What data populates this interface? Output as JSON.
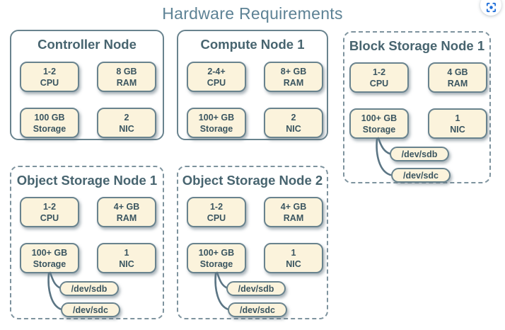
{
  "title": "Hardware Requirements",
  "toolbar": {
    "capture_icon": "screen-capture-icon"
  },
  "colors": {
    "accent_blue": "#1e6ed9",
    "border_slate": "#69838e",
    "border_dashed": "#7e939e",
    "pill_fill": "#fbf3dc",
    "title_text": "#5d8295",
    "node_title_text": "#47646f",
    "pill_text": "#3a5560"
  },
  "nodes": [
    {
      "title": "Controller Node",
      "border": "solid",
      "specs": [
        {
          "line1": "1-2",
          "line2": "CPU"
        },
        {
          "line1": "8 GB",
          "line2": "RAM"
        },
        {
          "line1": "100 GB",
          "line2": "Storage"
        },
        {
          "line1": "2",
          "line2": "NIC"
        }
      ],
      "devices": []
    },
    {
      "title": "Compute Node 1",
      "border": "solid",
      "specs": [
        {
          "line1": "2-4+",
          "line2": "CPU"
        },
        {
          "line1": "8+ GB",
          "line2": "RAM"
        },
        {
          "line1": "100+ GB",
          "line2": "Storage"
        },
        {
          "line1": "2",
          "line2": "NIC"
        }
      ],
      "devices": []
    },
    {
      "title": "Block Storage Node 1",
      "border": "dashed",
      "specs": [
        {
          "line1": "1-2",
          "line2": "CPU"
        },
        {
          "line1": "4 GB",
          "line2": "RAM"
        },
        {
          "line1": "100+ GB",
          "line2": "Storage"
        },
        {
          "line1": "1",
          "line2": "NIC"
        }
      ],
      "devices": [
        "/dev/sdb",
        "/dev/sdc"
      ]
    },
    {
      "title": "Object Storage Node 1",
      "border": "dashed",
      "specs": [
        {
          "line1": "1-2",
          "line2": "CPU"
        },
        {
          "line1": "4+ GB",
          "line2": "RAM"
        },
        {
          "line1": "100+ GB",
          "line2": "Storage"
        },
        {
          "line1": "1",
          "line2": "NIC"
        }
      ],
      "devices": [
        "/dev/sdb",
        "/dev/sdc"
      ]
    },
    {
      "title": "Object Storage Node 2",
      "border": "dashed",
      "specs": [
        {
          "line1": "1-2",
          "line2": "CPU"
        },
        {
          "line1": "4+ GB",
          "line2": "RAM"
        },
        {
          "line1": "100+ GB",
          "line2": "Storage"
        },
        {
          "line1": "1",
          "line2": "NIC"
        }
      ],
      "devices": [
        "/dev/sdb",
        "/dev/sdc"
      ]
    }
  ]
}
